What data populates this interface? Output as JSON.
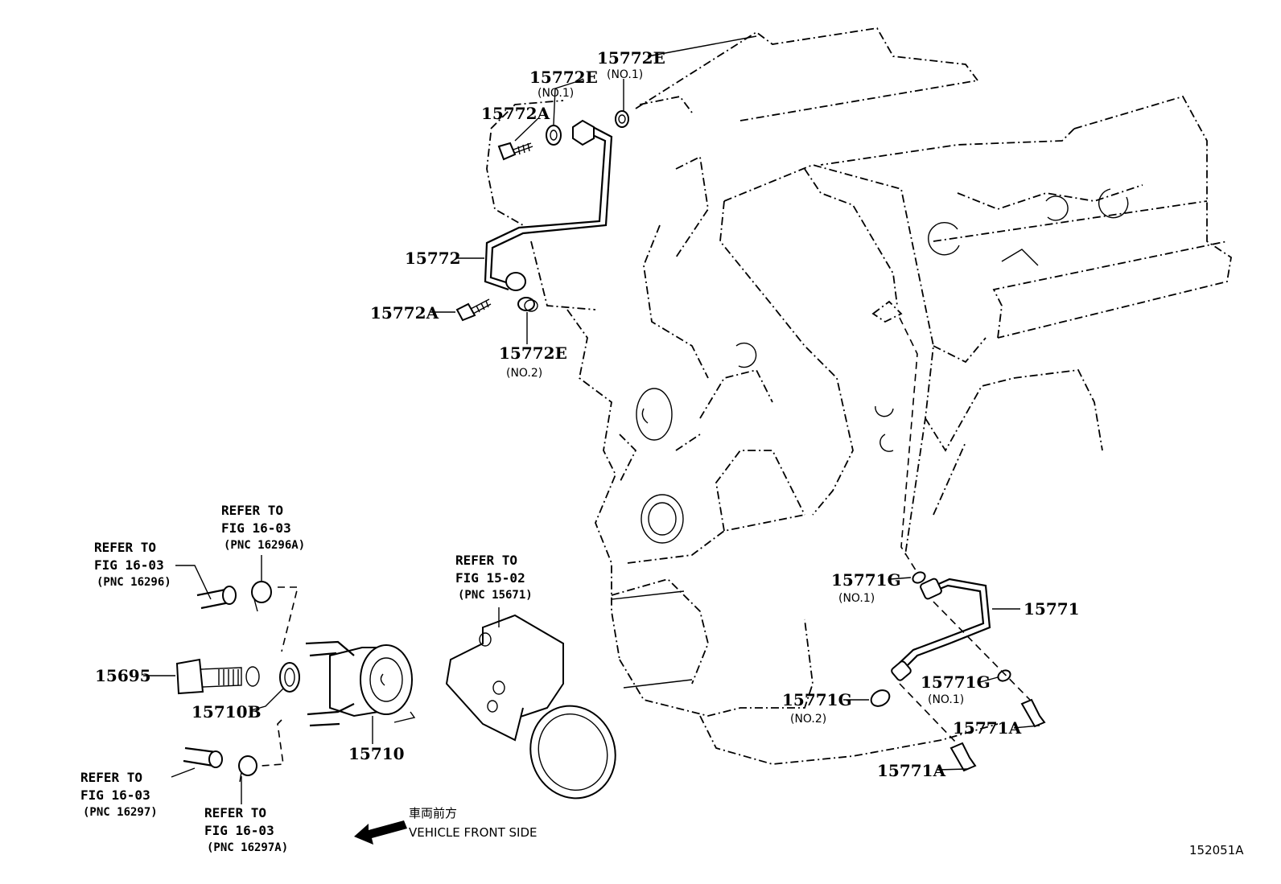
{
  "labels": {
    "p15772E_top": "15772E",
    "p15772E_top_sub": "(NO.1)",
    "p15772E_mid": "15772E",
    "p15772E_mid_sub": "(NO.1)",
    "p15772A_top": "15772A",
    "p15772": "15772",
    "p15772A_low": "15772A",
    "p15772E_low": "15772E",
    "p15772E_low_sub": "(NO.2)",
    "p15771G_a": "15771G",
    "p15771G_a_sub": "(NO.1)",
    "p15771": "15771",
    "p15771G_b": "15771G",
    "p15771G_b_sub": "(NO.1)",
    "p15771G_c": "15771G",
    "p15771G_c_sub": "(NO.2)",
    "p15771A_a": "15771A",
    "p15771A_b": "15771A",
    "p15695": "15695",
    "p15710B": "15710B",
    "p15710": "15710"
  },
  "refs": {
    "r16296A": {
      "line1": "REFER TO",
      "line2": "FIG 16-03",
      "line3": "(PNC 16296A)"
    },
    "r16296": {
      "line1": "REFER TO",
      "line2": "FIG 16-03",
      "line3": "(PNC 16296)"
    },
    "r15671": {
      "line1": "REFER TO",
      "line2": "FIG 15-02",
      "line3": "(PNC 15671)"
    },
    "r16297": {
      "line1": "REFER TO",
      "line2": "FIG 16-03",
      "line3": "(PNC 16297)"
    },
    "r16297A": {
      "line1": "REFER TO",
      "line2": "FIG 16-03",
      "line3": "(PNC 16297A)"
    }
  },
  "front": {
    "jp": "車両前方",
    "en": "VEHICLE FRONT SIDE"
  },
  "figure_code": "152051A"
}
